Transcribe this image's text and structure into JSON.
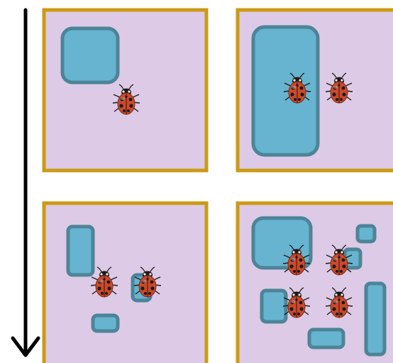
{
  "colors": {
    "panel_fill": "#dccae6",
    "panel_border": "#cc9a12",
    "block_fill": "#66b4cf",
    "block_border": "#4d8497",
    "arrow": "#000000",
    "ladybug_shell": "#c94a2b",
    "ladybug_dark": "#1f1a1a"
  },
  "icons": {
    "arrow": "down-arrow-icon",
    "bug": "ladybug-icon"
  },
  "panels": [
    {
      "id": "panel-1",
      "ladybugs": 1,
      "blocks": 1
    },
    {
      "id": "panel-2",
      "ladybugs": 2,
      "blocks": 1
    },
    {
      "id": "panel-3",
      "ladybugs": 2,
      "blocks": 3
    },
    {
      "id": "panel-4",
      "ladybugs": 4,
      "blocks": 6
    }
  ]
}
